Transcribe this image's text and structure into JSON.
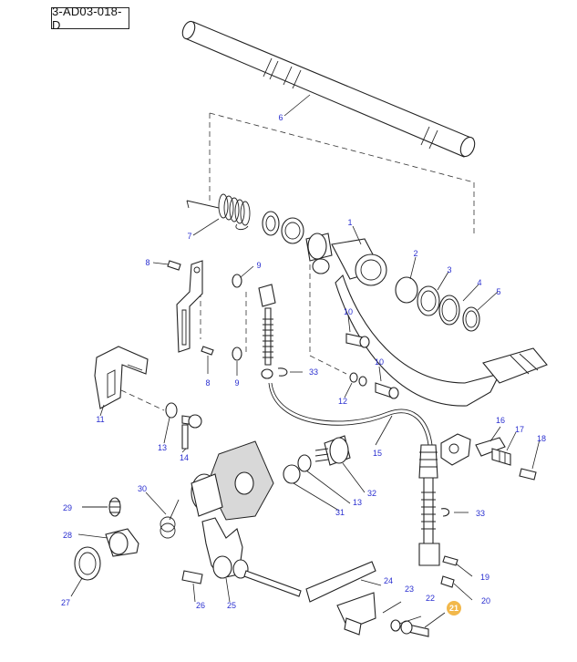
{
  "diagram": {
    "reference_code": "3-AD03-018-D",
    "highlight_color": "#f2b84b",
    "label_color": "#2a2fd0",
    "callouts": [
      {
        "id": "c1",
        "label": "1"
      },
      {
        "id": "c2",
        "label": "2"
      },
      {
        "id": "c3",
        "label": "3"
      },
      {
        "id": "c4",
        "label": "4"
      },
      {
        "id": "c5",
        "label": "5"
      },
      {
        "id": "c6",
        "label": "6"
      },
      {
        "id": "c7",
        "label": "7"
      },
      {
        "id": "c8a",
        "label": "8"
      },
      {
        "id": "c8b",
        "label": "8"
      },
      {
        "id": "c9a",
        "label": "9"
      },
      {
        "id": "c9b",
        "label": "9"
      },
      {
        "id": "c10a",
        "label": "10"
      },
      {
        "id": "c10b",
        "label": "10"
      },
      {
        "id": "c11",
        "label": "11"
      },
      {
        "id": "c12",
        "label": "12"
      },
      {
        "id": "c13a",
        "label": "13"
      },
      {
        "id": "c13b",
        "label": "13"
      },
      {
        "id": "c14",
        "label": "14"
      },
      {
        "id": "c15",
        "label": "15"
      },
      {
        "id": "c16",
        "label": "16"
      },
      {
        "id": "c17",
        "label": "17"
      },
      {
        "id": "c18",
        "label": "18"
      },
      {
        "id": "c19",
        "label": "19"
      },
      {
        "id": "c20",
        "label": "20"
      },
      {
        "id": "c21",
        "label": "21",
        "highlighted": true
      },
      {
        "id": "c22",
        "label": "22"
      },
      {
        "id": "c23",
        "label": "23"
      },
      {
        "id": "c24",
        "label": "24"
      },
      {
        "id": "c25",
        "label": "25"
      },
      {
        "id": "c26",
        "label": "26"
      },
      {
        "id": "c27",
        "label": "27"
      },
      {
        "id": "c28",
        "label": "28"
      },
      {
        "id": "c29",
        "label": "29"
      },
      {
        "id": "c30",
        "label": "30"
      },
      {
        "id": "c31",
        "label": "31"
      },
      {
        "id": "c32",
        "label": "32"
      },
      {
        "id": "c33a",
        "label": "33"
      },
      {
        "id": "c33b",
        "label": "33"
      }
    ]
  }
}
